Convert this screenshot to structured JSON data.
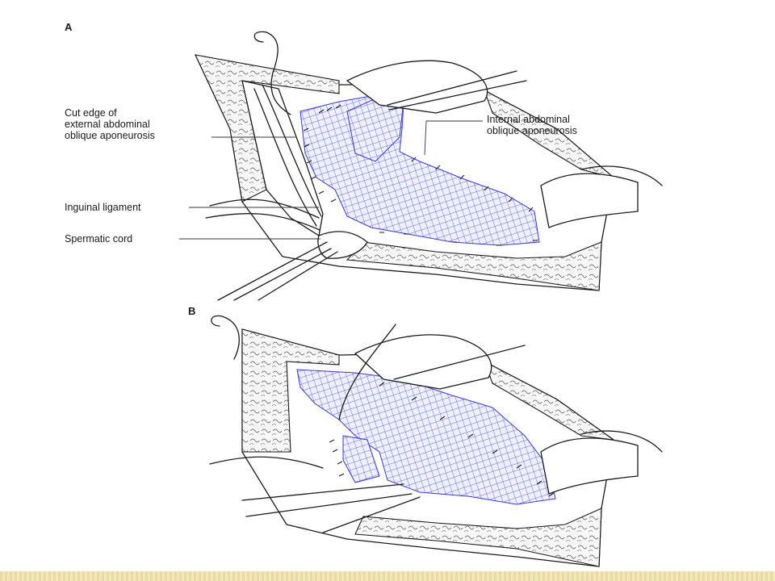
{
  "figure": {
    "panel_a_letter": "A",
    "panel_b_letter": "B",
    "labels": {
      "cut_edge": [
        "Cut edge of",
        "external abdominal",
        "oblique aponeurosis"
      ],
      "internal": [
        "Internal abdominal",
        "oblique aponeurosis"
      ],
      "inguinal_ligament": "Inguinal ligament",
      "spermatic_cord": "Spermatic cord"
    }
  },
  "colors": {
    "mesh": "#3a3ad6",
    "mesh_fill": "#e9e9ff",
    "line": "#1a1a1a",
    "footer_band": "#efe2b0"
  }
}
